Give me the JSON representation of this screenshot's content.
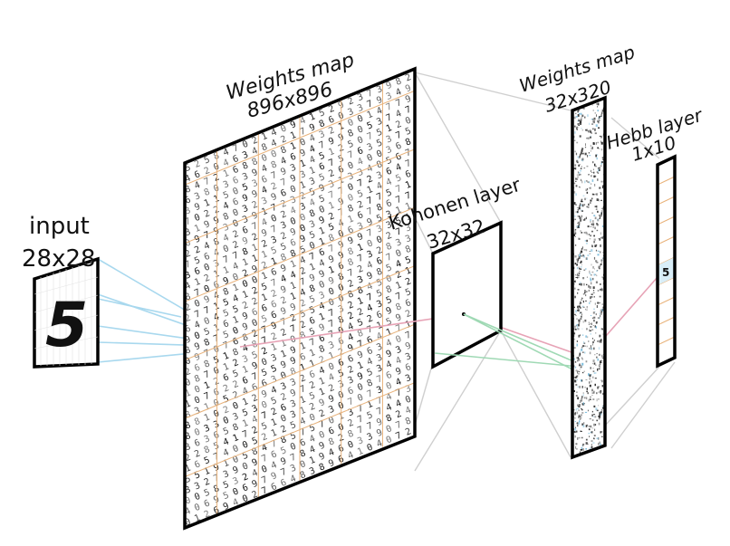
{
  "labels": {
    "input_title": "input",
    "input_size": "28x28",
    "weights_map_1_title": "Weights map",
    "weights_map_1_size": "896x896",
    "kohonen_title": "Kohonen layer",
    "kohonen_size": "32x32",
    "weights_map_2_title": "Weights map",
    "weights_map_2_size": "32x320",
    "hebb_title": "Hebb layer",
    "hebb_size": "1x10"
  },
  "input_digit": "5",
  "hebb_active_output": "5",
  "colors": {
    "outline": "#000000",
    "input_links": "#a8d8ee",
    "kohonen_links": "#e7a3b6",
    "output_links": "#9fd9b4",
    "projection_lines": "#cfcfcf",
    "grid_orange": "#e8b27a",
    "hebb_active": "#29b6e6"
  }
}
